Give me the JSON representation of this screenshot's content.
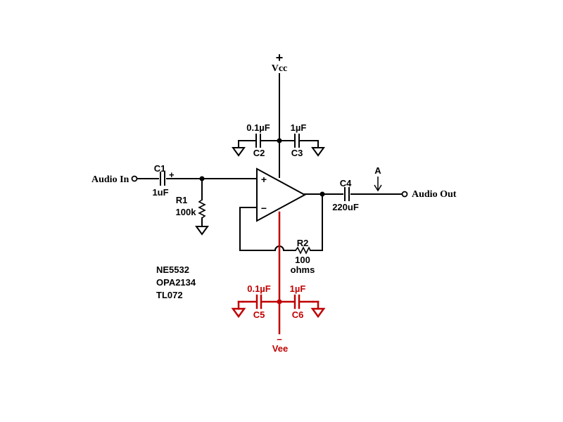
{
  "labels": {
    "vcc_sign": "+",
    "vcc": "Vcc",
    "vee_sign": "−",
    "vee": "Vee",
    "audio_in": "Audio In",
    "audio_out": "Audio Out",
    "c1_name": "C1",
    "c1_value": "1uF",
    "c1_polarity": "+",
    "c2_name": "C2",
    "c2_value": "0.1µF",
    "c3_name": "C3",
    "c3_value": "1µF",
    "c4_name": "C4",
    "c4_value": "220uF",
    "c5_name": "C5",
    "c5_value": "0.1µF",
    "c6_name": "C6",
    "c6_value": "1µF",
    "r1_name": "R1",
    "r1_value": "100k",
    "r2_name": "R2",
    "r2_value_1": "100",
    "r2_value_2": "ohms",
    "opamp_plus": "+",
    "opamp_minus": "−",
    "probe": "A",
    "parts": [
      "NE5532",
      "OPA2134",
      "TL072"
    ]
  },
  "colors": {
    "wire": "#000000",
    "negative_supply": "#c00000",
    "background": "#ffffff"
  }
}
